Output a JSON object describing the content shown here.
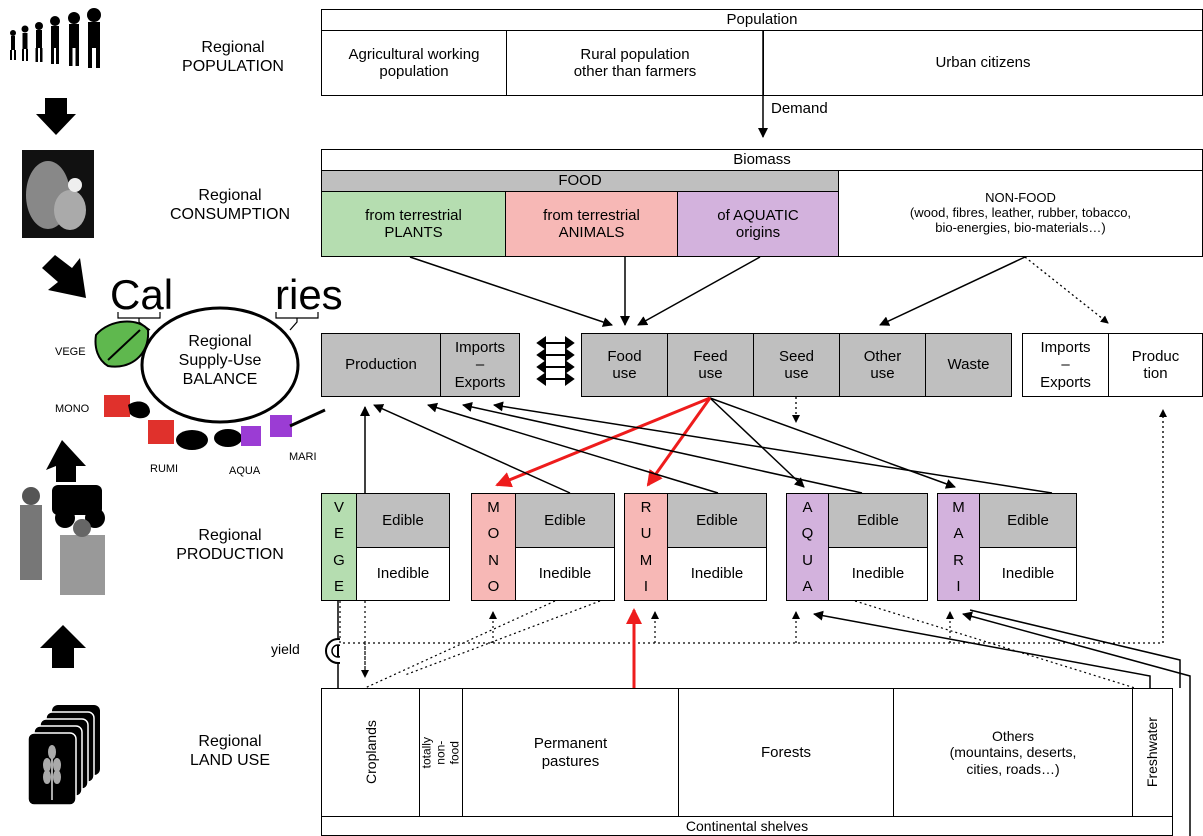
{
  "left_labels": {
    "population": "Regional\nPOPULATION",
    "consumption": "Regional\nCONSUMPTION",
    "production": "Regional\nPRODUCTION",
    "land_use": "Regional\nLAND USE"
  },
  "calories": {
    "cal": "Cal",
    "ries": "ries",
    "balance": "Regional\nSupply-Use\nBALANCE",
    "icons": {
      "vege": "VEGE",
      "mono": "MONO",
      "rumi": "RUMI",
      "aqua": "AQUA",
      "mari": "MARI"
    }
  },
  "population": {
    "title": "Population",
    "agri": "Agricultural working\npopulation",
    "rural": "Rural population\nother than farmers",
    "urban": "Urban citizens",
    "demand": "Demand"
  },
  "biomass": {
    "title": "Biomass",
    "food": "FOOD",
    "plants": "from terrestrial\nPLANTS",
    "animals": "from terrestrial\nANIMALS",
    "aquatic": "of AQUATIC\norigins",
    "nonfood": "NON-FOOD\n(wood, fibres, leather, rubber, tobacco,\nbio-energies, bio-materials…)"
  },
  "balance_row": {
    "production": "Production",
    "imports_exports": "Imports\n–\nExports",
    "food_use": "Food\nuse",
    "feed_use": "Feed\nuse",
    "seed_use": "Seed\nuse",
    "other_use": "Other\nuse",
    "waste": "Waste",
    "nf_imports_exports": "Imports\n–\nExports",
    "nf_production": "Produc\ntion"
  },
  "production_row": {
    "edible": "Edible",
    "inedible": "Inedible",
    "groups": [
      "VEGE",
      "MONO",
      "RUMI",
      "AQUA",
      "MARI"
    ],
    "yield": "yield"
  },
  "land_use": {
    "croplands": "Croplands",
    "nonfood": "totally\nnon-food",
    "pastures": "Permanent\npastures",
    "forests": "Forests",
    "others": "Others\n(mountains, deserts,\ncities, roads…)",
    "freshwater": "Freshwater",
    "shelves": "Continental shelves"
  },
  "colors": {
    "gray": "#bfbfbf",
    "plants": "#b5ddb0",
    "animals": "#f7b8b6",
    "aquatic": "#d3b2dd",
    "feed_arrow": "#ee1c1c"
  }
}
